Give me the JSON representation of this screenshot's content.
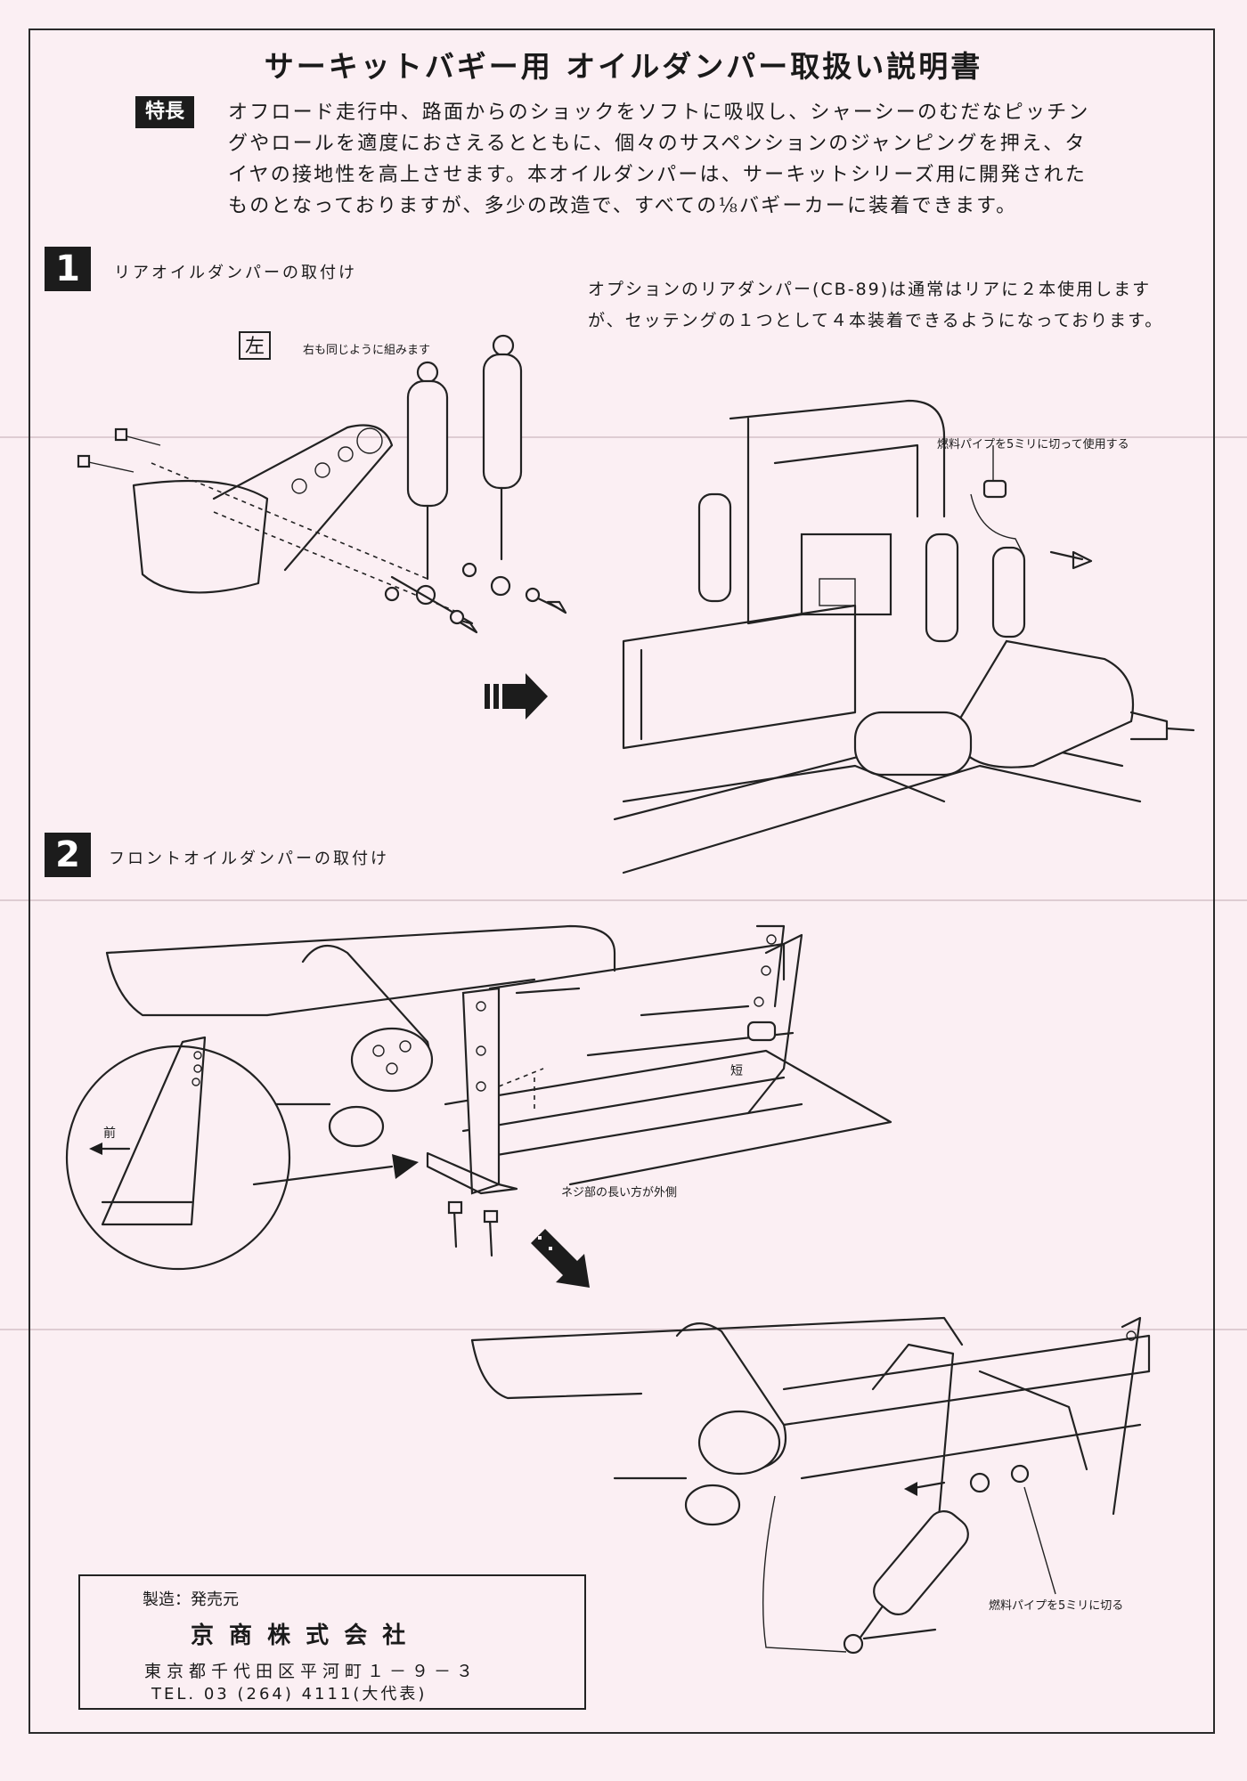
{
  "title": "サーキットバギー用 オイルダンパー取扱い説明書",
  "features": {
    "badge": "特長",
    "lines": [
      "オフロード走行中、路面からのショックをソフトに吸収し、シャーシーのむだなピッチン",
      "グやロールを適度におさえるとともに、個々のサスペンションのジャンピングを押え、タ",
      "イヤの接地性を高上させます。本オイルダンパーは、サーキットシリーズ用に開発された",
      "ものとなっておりますが、多少の改造で、すべての⅛バギーカーに装着できます。"
    ]
  },
  "step1": {
    "number": "1",
    "title": "リアオイルダンパーの取付け",
    "note_lines": [
      "オプションのリアダンパー(CB-89)は通常はリアに２本使用します",
      "が、セッテングの１つとして４本装着できるようになっております。"
    ],
    "left_label": "左",
    "left_caption": "右も同じように組みます",
    "fuel_pipe_caption": "燃料パイプを5ミリに切って使用する"
  },
  "step2": {
    "number": "2",
    "title": "フロントオイルダンパーの取付け",
    "front_label": "前",
    "short_label": "短",
    "screw_caption": "ネジ部の長い方が外側",
    "fuel_pipe_caption": "燃料パイプを5ミリに切る"
  },
  "maker": {
    "role": "製造：発売元",
    "company": "京 商 株 式 会 社",
    "address": "東京都千代田区平河町１－９－３",
    "tel": "TEL. 03 (264) 4111(大代表)"
  }
}
